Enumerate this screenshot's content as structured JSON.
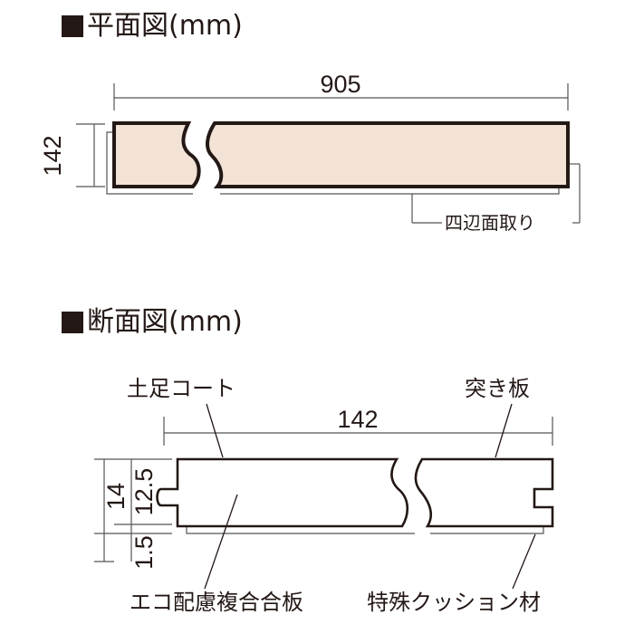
{
  "plan_view": {
    "heading": "平面図(mm)",
    "length_dim": "905",
    "width_dim": "142",
    "chamfer_label": "四辺面取り"
  },
  "section_view": {
    "heading": "断面図(mm)",
    "width_dim": "142",
    "thickness_total": "14",
    "thickness_main": "12.5",
    "thickness_cushion": "1.5",
    "labels": {
      "top_coat": "土足コート",
      "veneer": "突き板",
      "core": "エコ配慮複合合板",
      "cushion": "特殊クッション材"
    }
  },
  "colors": {
    "line": "#231815",
    "board_fill": "#f3e3d6",
    "dim_line": "#555555",
    "white": "#ffffff"
  }
}
